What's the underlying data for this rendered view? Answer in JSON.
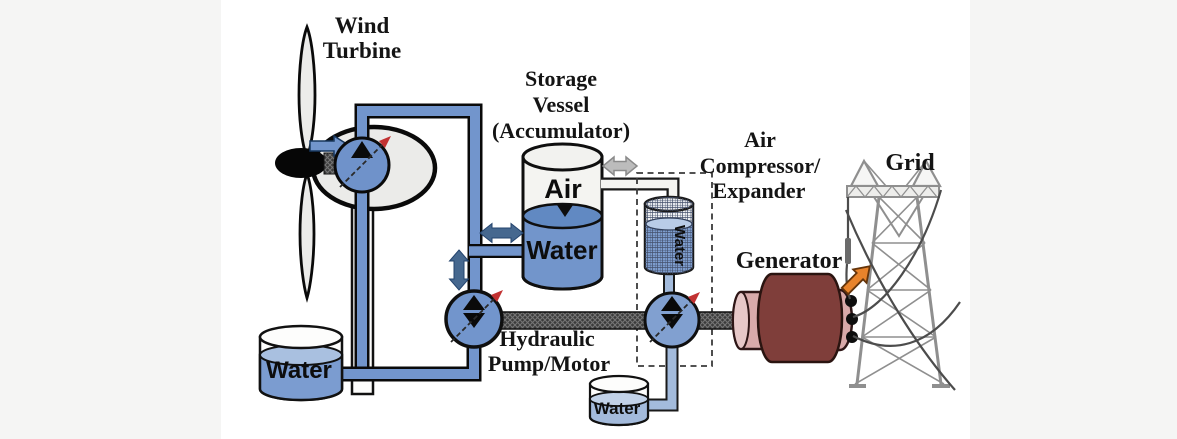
{
  "figure": {
    "type": "diagram",
    "description": "Wind turbine hydraulic compressed-air energy storage schematic",
    "labels": {
      "wind_turbine": [
        "Wind",
        "Turbine"
      ],
      "storage_vessel": [
        "Storage",
        "Vessel",
        "(Accumulator)"
      ],
      "air_compressor": [
        "Air",
        "Compressor/",
        "Expander"
      ],
      "hydraulic_pump": [
        "Hydraulic",
        "Pump/Motor"
      ],
      "generator": "Generator",
      "grid": "Grid"
    },
    "vessel": {
      "air_label": "Air",
      "water_label": "Water"
    },
    "tanks": {
      "left_tank_label": "Water",
      "small_tank_label": "Water",
      "compressor_column_label": "Water"
    },
    "colors": {
      "background": "#f5f5f4",
      "panel": "#ffffff",
      "pipe_blue": "#7295cc",
      "light_pipe_blue": "#a3bbdc",
      "vessel_water": "#7295cb",
      "water_surface": "#6189c2",
      "arrow_dark_blue": "#46688f",
      "arrow_gray": "#bcbcbc",
      "air_white": "#f4f4f1",
      "shaft_dark": "#3b3b3b",
      "generator_body": "#7f3e3a",
      "generator_pink": "#d9abab",
      "orange_arrow": "#e8832b",
      "tower_gray": "#8f8f8f",
      "red_arrow": "#c23232"
    }
  }
}
